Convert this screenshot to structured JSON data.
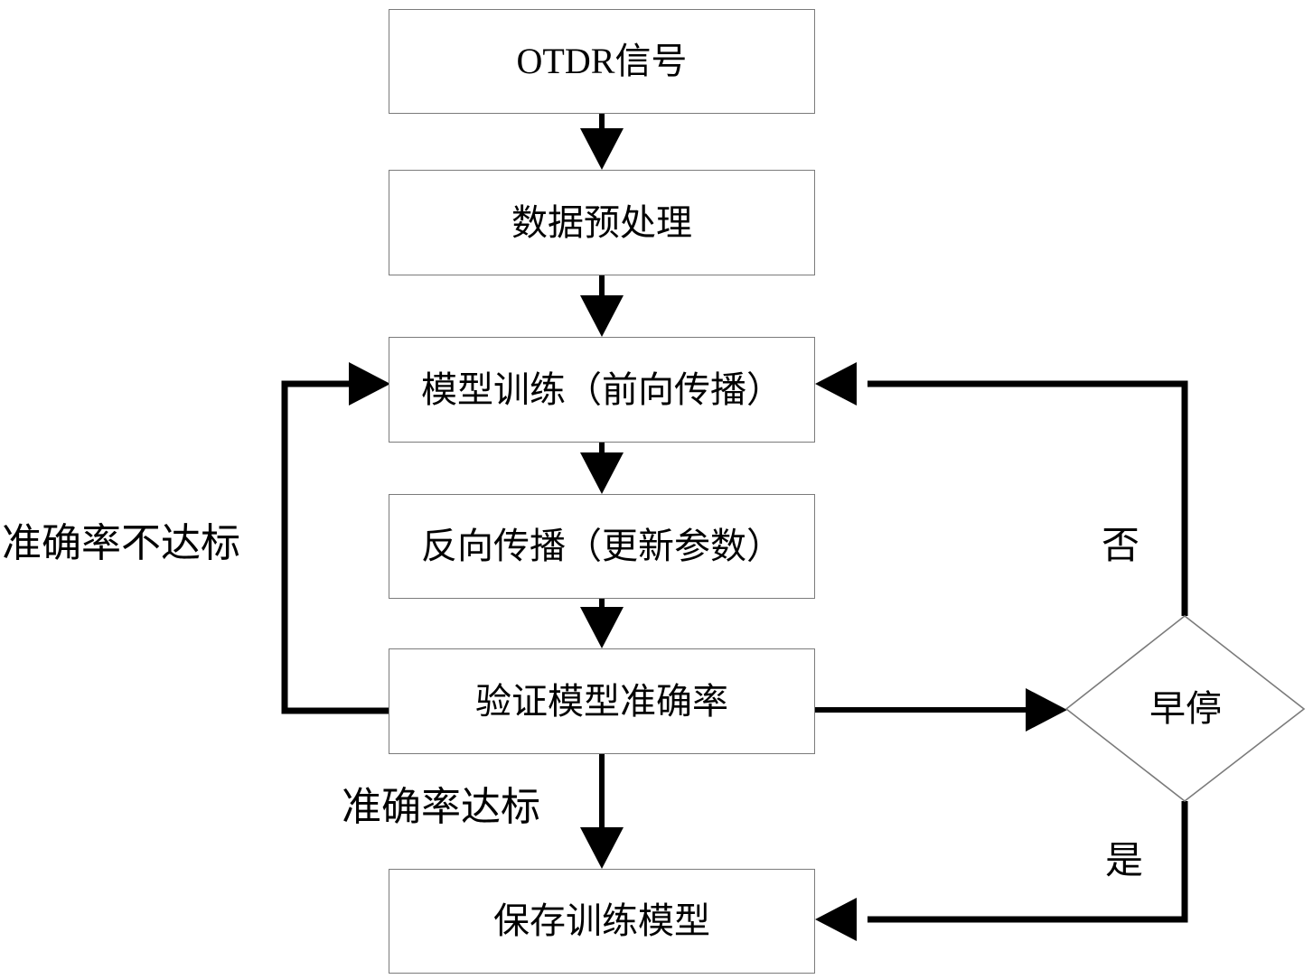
{
  "diagram": {
    "title": "OTDR model training flowchart",
    "type": "flowchart",
    "colors": {
      "box_border": "#7b7b7b",
      "connector": "#000000",
      "background": "#ffffff",
      "text": "#000000"
    },
    "nodes": [
      {
        "id": "signal",
        "shape": "rect",
        "label": "OTDR信号",
        "label_lead": "OTDR",
        "label_cjk": "信号"
      },
      {
        "id": "preprocess",
        "shape": "rect",
        "label": "数据预处理"
      },
      {
        "id": "train",
        "shape": "rect",
        "label": "模型训练（前向传播）"
      },
      {
        "id": "backprop",
        "shape": "rect",
        "label": "反向传播（更新参数）"
      },
      {
        "id": "validate",
        "shape": "rect",
        "label": "验证模型准确率"
      },
      {
        "id": "save",
        "shape": "rect",
        "label": "保存训练模型"
      },
      {
        "id": "earlystop",
        "shape": "diamond",
        "label": "早停"
      }
    ],
    "edge_labels": {
      "not_met": "准确率不达标",
      "met": "准确率达标",
      "no": "否",
      "yes": "是"
    },
    "edges": [
      {
        "from": "signal",
        "to": "preprocess",
        "label": ""
      },
      {
        "from": "preprocess",
        "to": "train",
        "label": ""
      },
      {
        "from": "train",
        "to": "backprop",
        "label": ""
      },
      {
        "from": "backprop",
        "to": "validate",
        "label": ""
      },
      {
        "from": "validate",
        "to": "save",
        "label": "准确率达标"
      },
      {
        "from": "validate",
        "to": "train",
        "label": "准确率不达标"
      },
      {
        "from": "validate",
        "to": "earlystop",
        "label": ""
      },
      {
        "from": "earlystop",
        "to": "train",
        "label": "否"
      },
      {
        "from": "earlystop",
        "to": "save",
        "label": "是"
      }
    ]
  }
}
